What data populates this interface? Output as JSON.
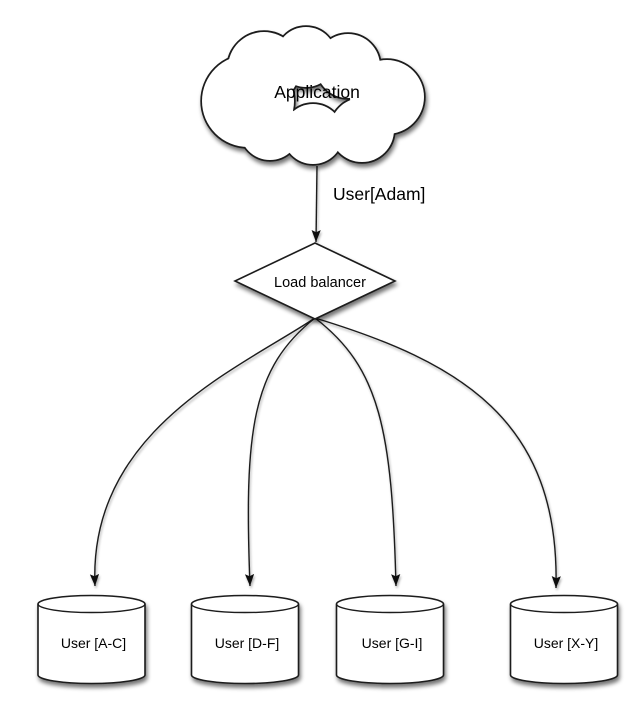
{
  "diagram": {
    "background_color": "#ffffff",
    "line_color": "#1a1a1a",
    "node_fill_color": "#ffffff",
    "label_color": "#000000",
    "nodes": {
      "application": {
        "label": "Application",
        "shape": "cloud"
      },
      "load_balancer": {
        "label": "Load balancer",
        "shape": "diamond"
      },
      "db_a_c": {
        "label": "User [A-C]",
        "shape": "cylinder"
      },
      "db_d_f": {
        "label": "User [D-F]",
        "shape": "cylinder"
      },
      "db_g_i": {
        "label": "User [G-I]",
        "shape": "cylinder"
      },
      "db_x_y": {
        "label": "User [X-Y]",
        "shape": "cylinder"
      }
    },
    "edges": {
      "app_to_lb": {
        "from": "application",
        "to": "load_balancer",
        "label": "User[Adam]"
      },
      "lb_to_db_a_c": {
        "from": "load_balancer",
        "to": "db_a_c",
        "label": ""
      },
      "lb_to_db_d_f": {
        "from": "load_balancer",
        "to": "db_d_f",
        "label": ""
      },
      "lb_to_db_g_i": {
        "from": "load_balancer",
        "to": "db_g_i",
        "label": ""
      },
      "lb_to_db_x_y": {
        "from": "load_balancer",
        "to": "db_x_y",
        "label": ""
      }
    }
  }
}
